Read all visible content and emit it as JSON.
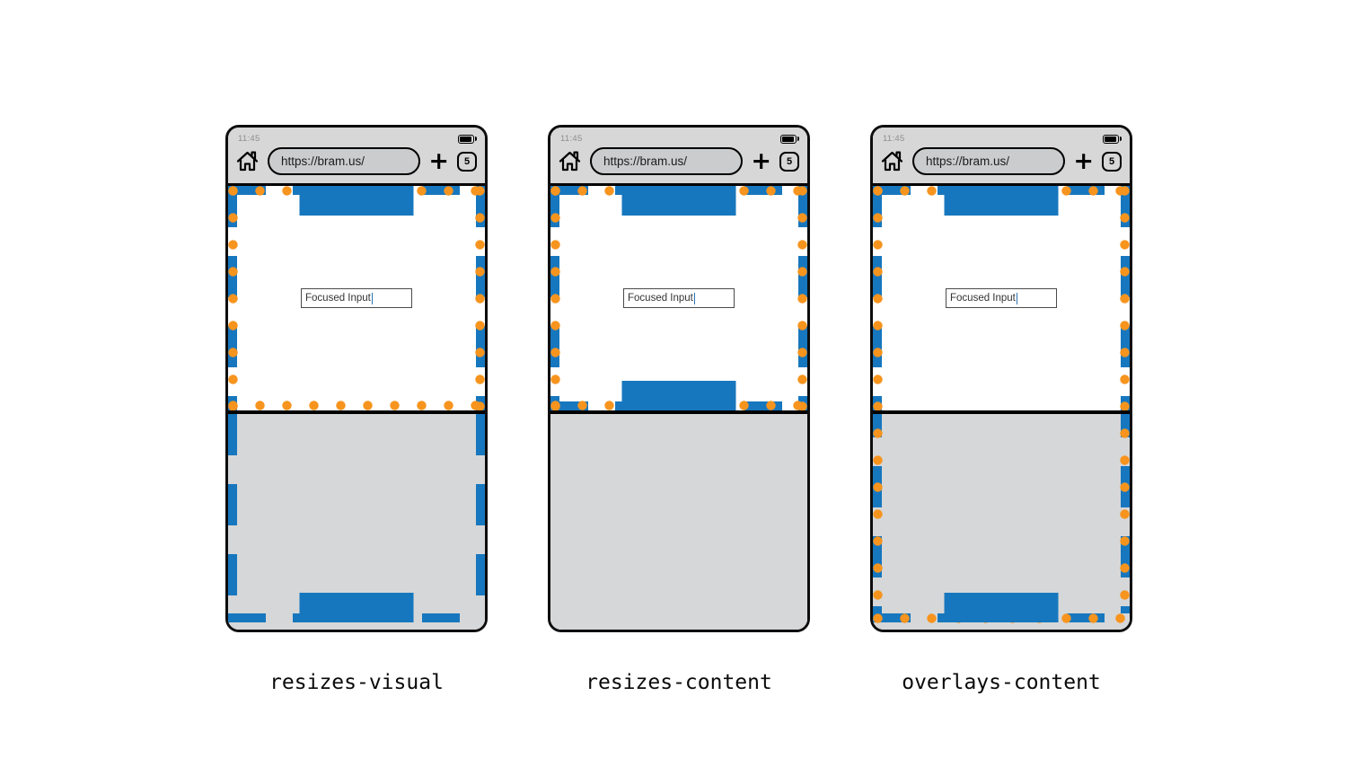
{
  "colors": {
    "layout_viewport_blue": "#1777be",
    "visual_viewport_orange": "#f7941e",
    "chrome_gray": "#d7d7d8",
    "keyboard_gray": "#d6d7d8"
  },
  "phones": [
    {
      "caption": "resizes-visual",
      "status": {
        "time": "11:45"
      },
      "browser": {
        "url": "https://bram.us/",
        "new_tab_icon": "+",
        "tab_count": "5"
      },
      "page": {
        "input_value": "Focused Input"
      }
    },
    {
      "caption": "resizes-content",
      "status": {
        "time": "11:45"
      },
      "browser": {
        "url": "https://bram.us/",
        "new_tab_icon": "+",
        "tab_count": "5"
      },
      "page": {
        "input_value": "Focused Input"
      }
    },
    {
      "caption": "overlays-content",
      "status": {
        "time": "11:45"
      },
      "browser": {
        "url": "https://bram.us/",
        "new_tab_icon": "+",
        "tab_count": "5"
      },
      "page": {
        "input_value": "Focused Input"
      }
    }
  ]
}
